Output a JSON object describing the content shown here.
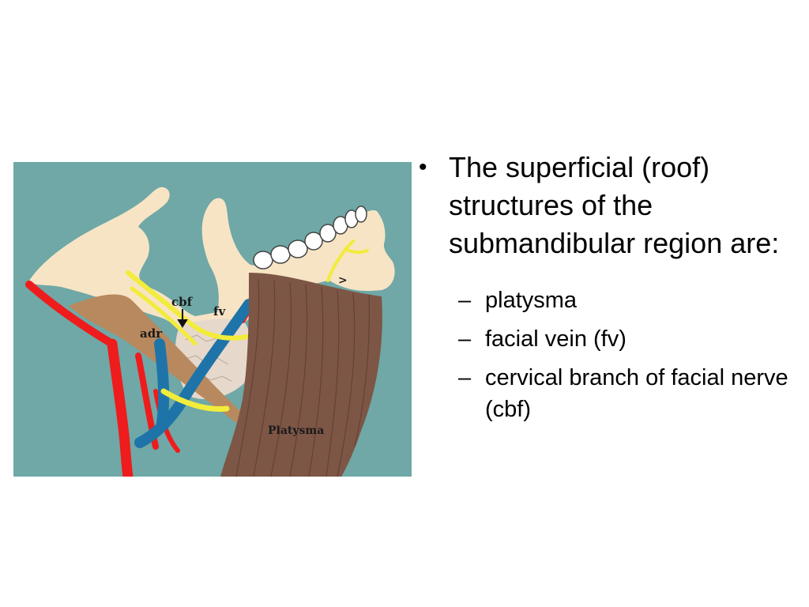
{
  "figure": {
    "labels": {
      "cbf": "cbf",
      "fv": "fv",
      "adr": "adr",
      "platysma": "Platysma",
      "marker": ">"
    },
    "colors": {
      "background": "#6fa8a6",
      "bone": "#f7e4c4",
      "artery": "#ee1c1c",
      "vein": "#1e74a8",
      "nerve": "#f2ec3a",
      "muscle": "#7d5646",
      "digastric": "#b8895e",
      "gland": "#e7d8cc"
    },
    "icons": {
      "cbf_pointer": "arrow-down-icon"
    }
  },
  "text": {
    "bullet_symbol": "•",
    "dash_symbol": "–",
    "main_bullet": "The superficial (roof) structures of the submandibular region are:",
    "sub_bullets": [
      "platysma",
      "facial vein (fv)",
      "cervical branch of facial nerve (cbf)"
    ]
  }
}
